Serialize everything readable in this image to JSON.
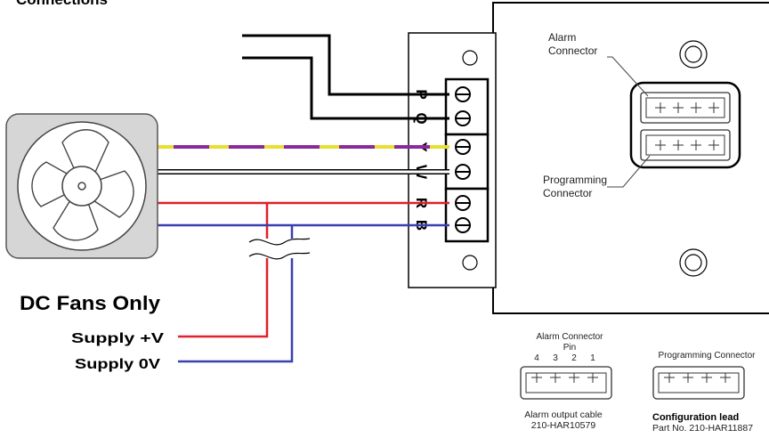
{
  "title": "Connections",
  "terminals": [
    "P",
    "Q",
    "Y",
    "W",
    "R",
    "B"
  ],
  "labels": {
    "alarm_connector": [
      "Alarm",
      "Connector"
    ],
    "programming_connector": [
      "Programming",
      "Connector"
    ],
    "dc_fans_only": "DC Fans Only",
    "supply_pos": "Supply +V",
    "supply_zero": "Supply 0V"
  },
  "detail": {
    "alarm_title": "Alarm Connector",
    "pin_label": "Pin",
    "pin_numbers": [
      "4",
      "3",
      "2",
      "1"
    ],
    "alarm_cable": "Alarm output cable",
    "alarm_part": "210-HAR10579",
    "prog_title": "Programming Connector",
    "config_lead": "Configuration lead",
    "config_part": "Part No. 210-HAR11887"
  },
  "colors": {
    "red_wire": "#e0202a",
    "blue_wire": "#3a3fb0",
    "yellow_wire": "#e8e030",
    "purple_wire": "#8a2a9a",
    "fan_body": "#d6d6d6"
  },
  "icons": [
    "fan-icon",
    "screw-terminal-icon",
    "connector-icon",
    "mounting-hole-icon"
  ]
}
